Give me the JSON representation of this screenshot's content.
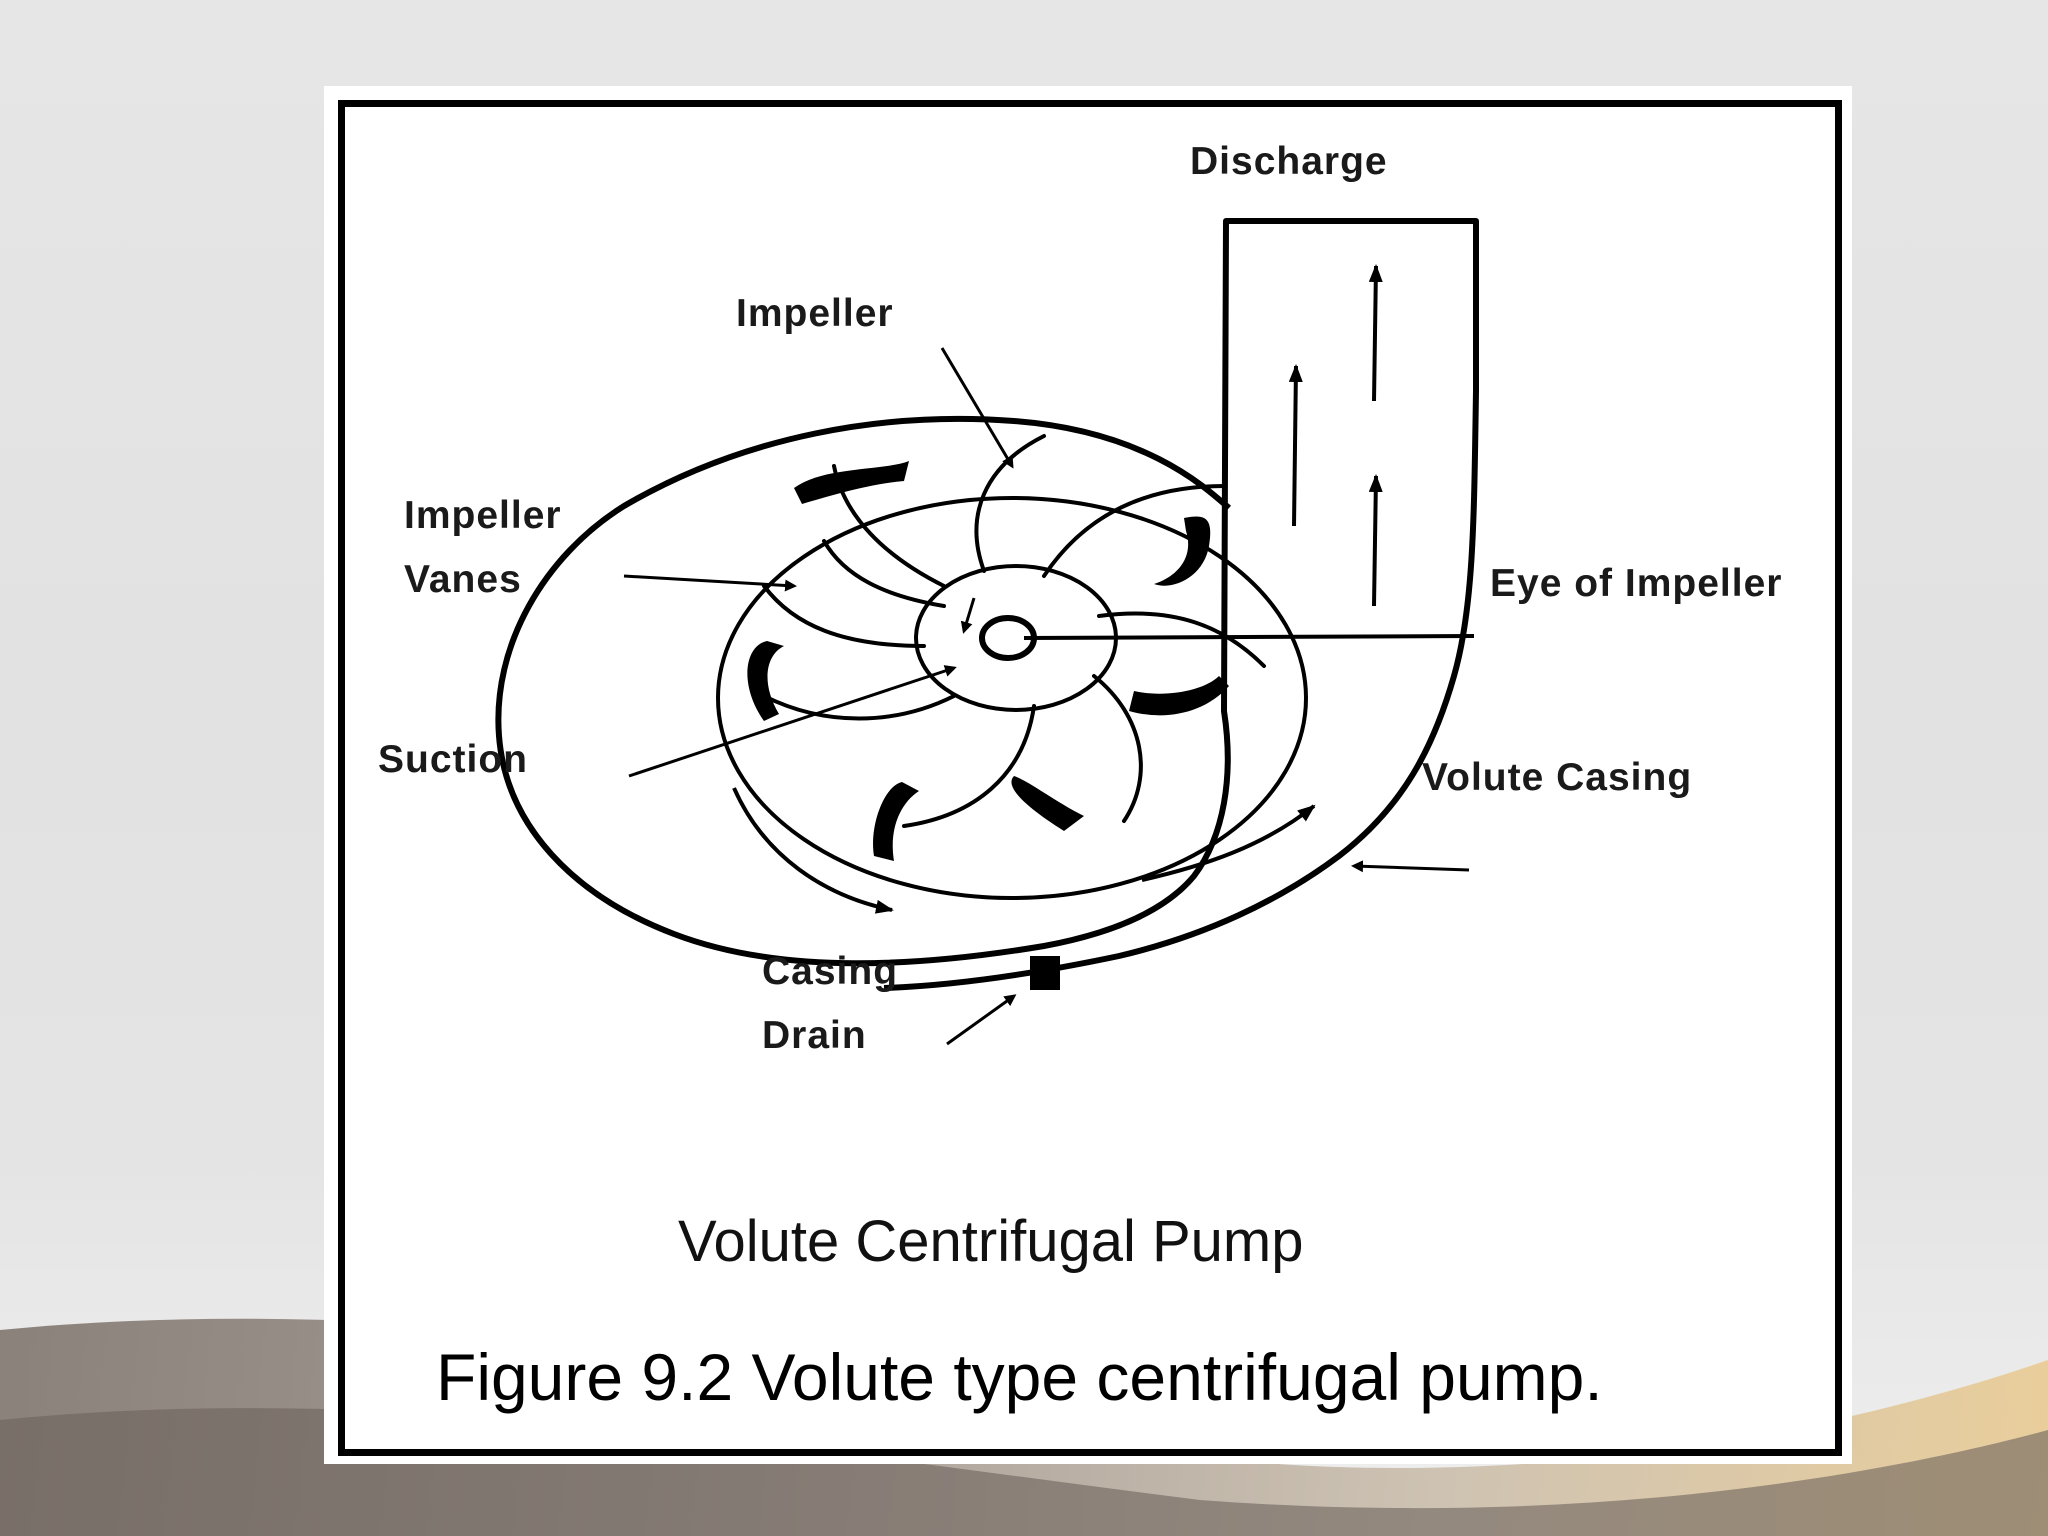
{
  "diagram": {
    "title": "Volute Centrifugal Pump",
    "caption": "Figure 9.2 Volute type centrifugal pump.",
    "labels": {
      "discharge": "Discharge",
      "impeller": "Impeller",
      "impeller_vanes_line1": "Impeller",
      "impeller_vanes_line2": "Vanes",
      "eye_of_impeller": "Eye of Impeller",
      "suction": "Suction",
      "volute_casing": "Volute Casing",
      "casing_drain_line1": "Casing",
      "casing_drain_line2": "Drain"
    }
  },
  "colors": {
    "ink": "#000000",
    "paper": "#ffffff",
    "backdrop": "#e4e4e4"
  }
}
